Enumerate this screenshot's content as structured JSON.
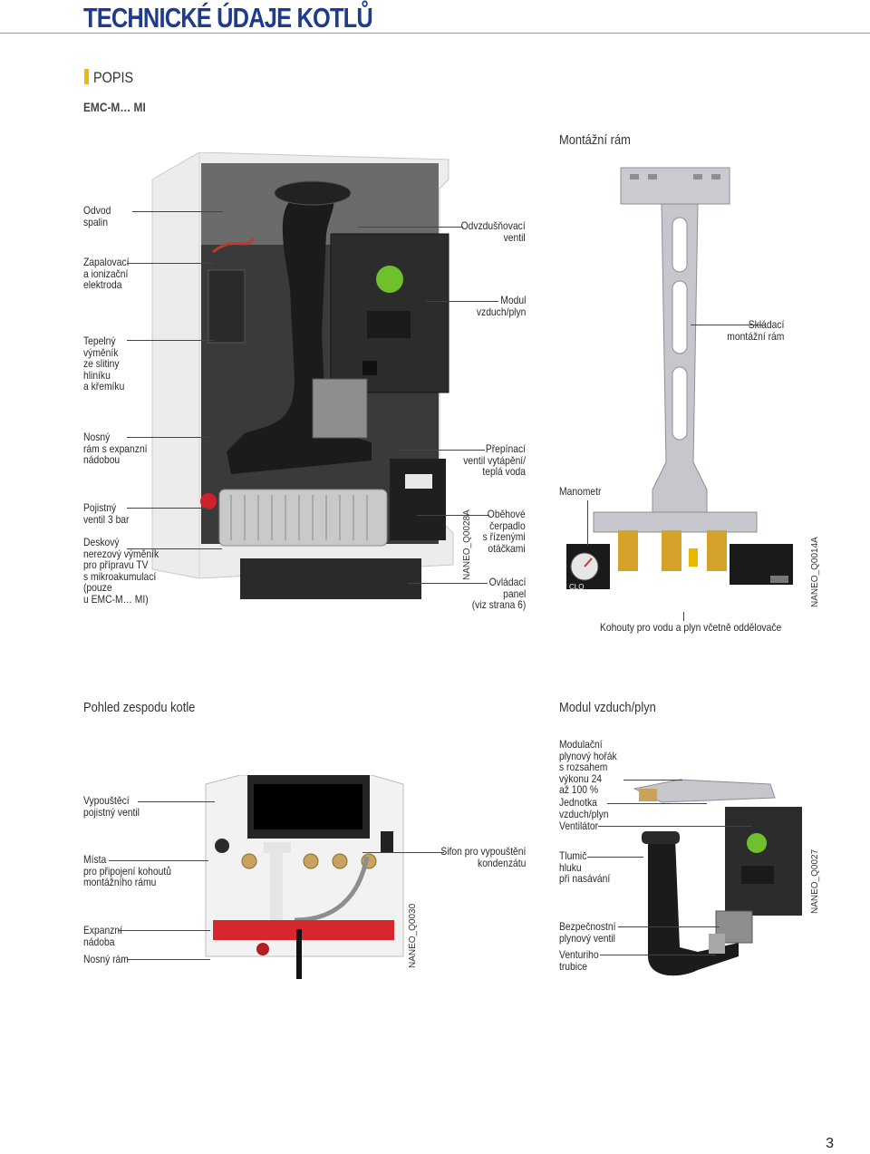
{
  "header": {
    "title": "TECHNICKÉ ÚDAJE KOTLŮ"
  },
  "section": {
    "label": "POPIS",
    "model": "EMC-M… MI"
  },
  "boiler": {
    "left_labels": [
      "Odvod\nspalin",
      "Zapalovací\na ionizační\nelektroda",
      "Tepelný\nvýměník\nze slitiny\nhliníku\na křemíku",
      "Nosný\nrám s expanzní\nnádobou",
      "Pojistný\nventil 3 bar",
      "Deskový\nnerezový výměník\npro přípravu TV\ns mikroakumulací\n(pouze\nu EMC-M… MI)"
    ],
    "right_labels": [
      "Odvzdušňovací\nventil",
      "Modul\nvzduch/plyn",
      "Přepínací\nventil vytápění/\nteplá voda",
      "Oběhové\nčerpadlo\ns řízenými\notáčkami",
      "Ovládací\npanel\n(viz strana 6)"
    ],
    "code": "NANEO_Q0028A"
  },
  "frame": {
    "heading": "Montážní rám",
    "label_frame": "Skládací\nmontážní rám",
    "label_manometer": "Manometr",
    "caption": "Kohouty pro vodu a plyn včetně oddělovače",
    "code": "NANEO_Q0014A",
    "manometer_text": "CLO"
  },
  "bottom": {
    "heading": "Pohled zespodu kotle",
    "labels_left": [
      "Vypouštěcí\npojistný ventil",
      "Místa\npro připojení kohoutů\nmontážního rámu",
      "Expanzní\nnádoba",
      "Nosný rám"
    ],
    "label_right": "Sifon pro vypouštění\nkondenzátu",
    "code": "NANEO_Q0030"
  },
  "module": {
    "heading": "Modul vzduch/plyn",
    "labels": [
      "Modulační\nplynový hořák\ns rozsahem\nvýkonu 24\naž 100 %",
      "Jednotka\nvzduch/plyn",
      "Ventilátor",
      "Tlumič\nhluku\npři nasávání",
      "Bezpečnostní\nplynový ventil",
      "Venturiho\ntrubice"
    ],
    "code": "NANEO_Q0027"
  },
  "page_number": "3",
  "colors": {
    "title_blue": "#1f3c8c",
    "accent_yellow": "#f2b416",
    "lamp_green": "#6fc02c"
  }
}
